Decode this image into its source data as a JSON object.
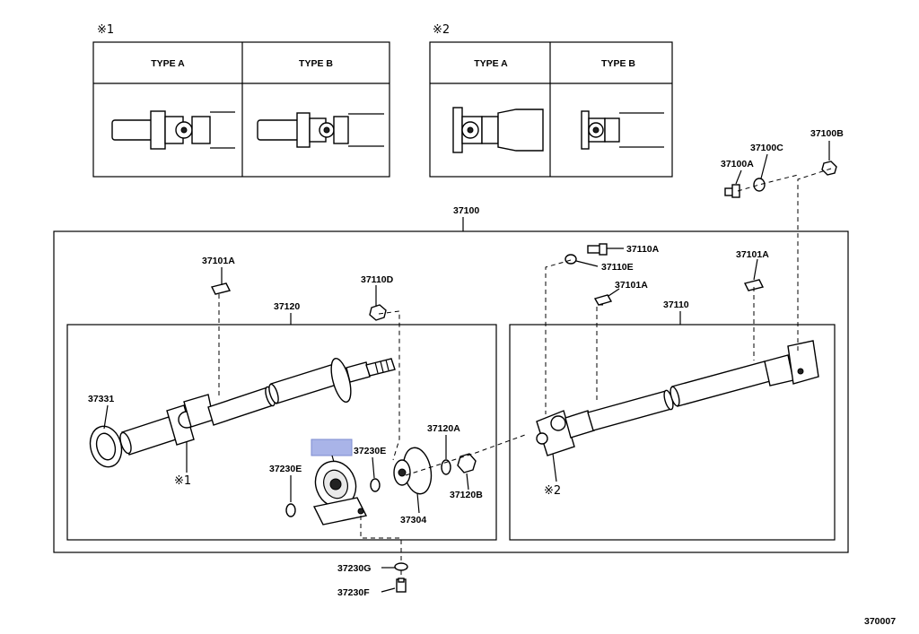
{
  "inset_1": {
    "ref": "※1",
    "type_a": "TYPE A",
    "type_b": "TYPE B"
  },
  "inset_2": {
    "ref": "※2",
    "type_a": "TYPE A",
    "type_b": "TYPE B"
  },
  "assembly_label": "37100",
  "front_shaft_label": "37120",
  "rear_shaft_label": "37110",
  "parts": {
    "p37100A": "37100A",
    "p37100B": "37100B",
    "p37100C": "37100C",
    "p37101A_left": "37101A",
    "p37101A_mid": "37101A",
    "p37101A_right": "37101A",
    "p37110A": "37110A",
    "p37110E": "37110E",
    "p37110D": "37110D",
    "p37331": "37331",
    "p37230E_a": "37230E",
    "p37230E_b": "37230E",
    "p37120A": "37120A",
    "p37120B": "37120B",
    "p37304": "37304",
    "p37230G": "37230G",
    "p37230F": "37230F"
  },
  "callouts": {
    "ref1": "※1",
    "ref2": "※2"
  },
  "diagram_code": "370007",
  "highlight_color": "#a9b4e8"
}
